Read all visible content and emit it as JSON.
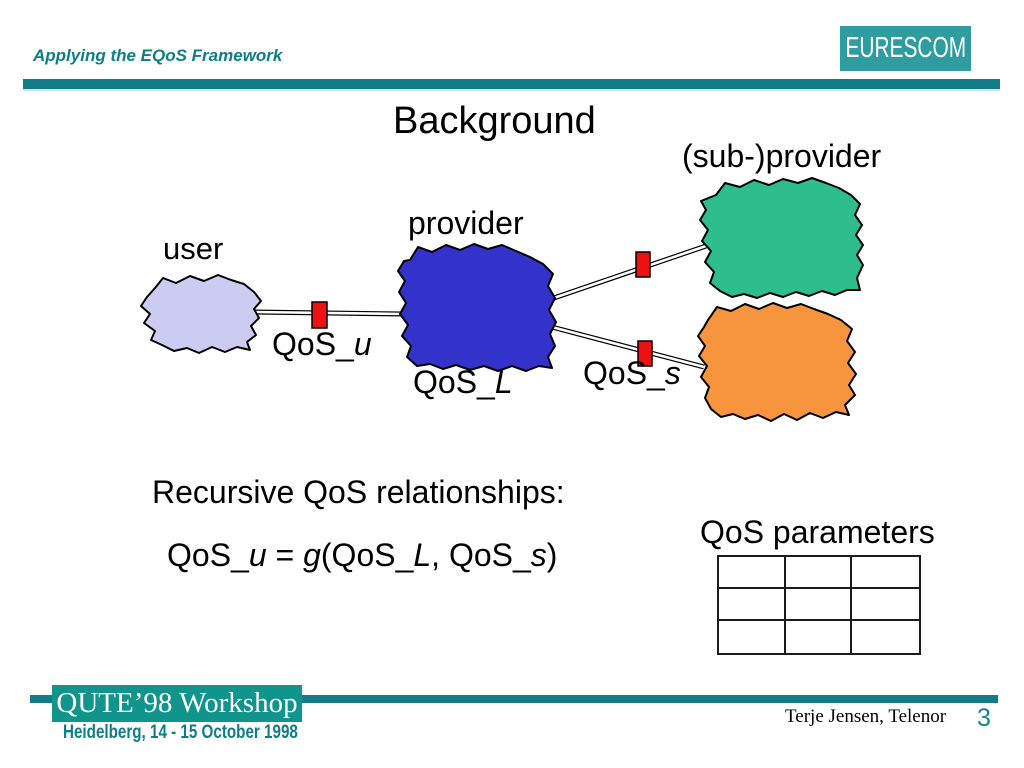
{
  "header": {
    "eyebrow": "Applying the EQoS Framework",
    "logo": "EURESCOM"
  },
  "title": "Background",
  "diagram": {
    "user_label": "user",
    "provider_label": "provider",
    "sub_provider_label": "(sub-)provider",
    "qos_u": {
      "prefix": "QoS_",
      "var": "u"
    },
    "qos_l": {
      "prefix": "QoS_",
      "var": "L"
    },
    "qos_s": {
      "prefix": "QoS_",
      "var": "s"
    },
    "colors": {
      "user_blob": "#ccccf2",
      "provider_blob": "#3333cc",
      "sub_provider_top_blob": "#2ebd8c",
      "sub_provider_bottom_blob": "#f6953e",
      "interface_marker": "#ee1111"
    }
  },
  "body": {
    "relationships_heading": "Recursive QoS relationships:",
    "formula": {
      "lhs_prefix": "QoS_",
      "lhs_var": "u",
      "equals": " = ",
      "func_var": "g",
      "open": "(",
      "arg1_prefix": "QoS_",
      "arg1_var": "L",
      "comma": ", ",
      "arg2_prefix": "QoS_",
      "arg2_var": "s",
      "close": ")"
    },
    "qos_parameters_title": "QoS parameters",
    "parameters_table": {
      "rows": 3,
      "cols": 3,
      "cells": [
        [
          "",
          "",
          ""
        ],
        [
          "",
          "",
          ""
        ],
        [
          "",
          "",
          ""
        ]
      ]
    }
  },
  "footer": {
    "workshop": "QUTE’98 Workshop",
    "venue_date": "Heidelberg, 14 - 15 October 1998",
    "author": "Terje Jensen, Telenor",
    "page_number": "3"
  },
  "theme": {
    "divider_teal": "#147c88",
    "logo_teal": "#2f9c9f",
    "banner_teal": "#10948c",
    "accent_text_teal": "#0e7d85",
    "page_number_teal": "#13878c"
  }
}
